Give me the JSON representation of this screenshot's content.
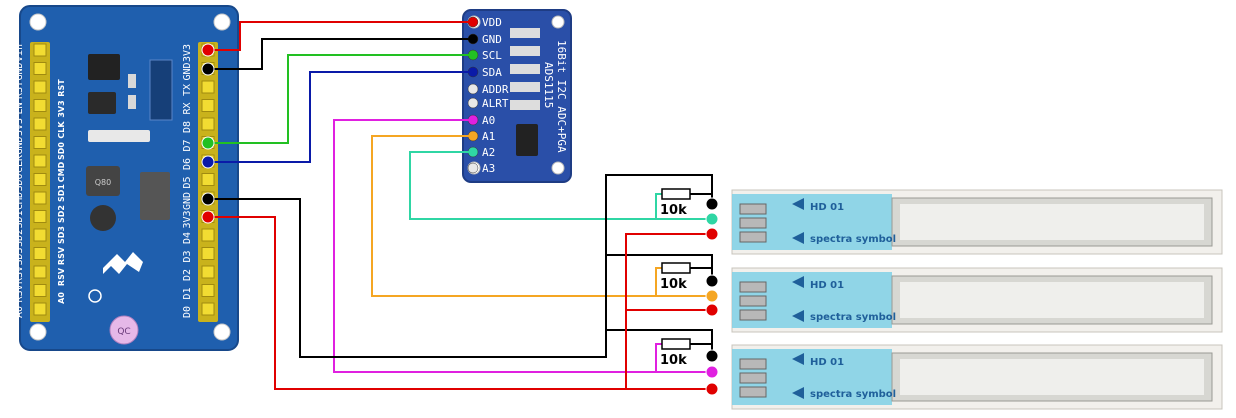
{
  "board": {
    "left_pins": [
      "Vin",
      "GND",
      "RST",
      "EN",
      "3V3",
      "GND",
      "CLK",
      "SD0",
      "CMD",
      "SD1",
      "SD2",
      "SD3",
      "RSV",
      "RSV",
      "A0"
    ],
    "right_pins": [
      "3V3",
      "GND",
      "TX",
      "RX",
      "D8",
      "D7",
      "D6",
      "D5",
      "GND",
      "3V3",
      "D4",
      "D3",
      "D2",
      "D1",
      "D0"
    ],
    "silkscreen": [
      "RST",
      "3V3",
      "CLK",
      "SD0",
      "CMD",
      "SD1",
      "SD2",
      "SD3",
      "RSV",
      "RSV",
      "A0"
    ],
    "chip_mark": "Q80",
    "logo_badge": "QC"
  },
  "adc": {
    "title_line1": "16Bit I2C ADC+PGA",
    "title_line2": "ADS1115",
    "pins": [
      "VDD",
      "GND",
      "SCL",
      "SDA",
      "ADDR",
      "ALRT",
      "A0",
      "A1",
      "A2",
      "A3"
    ]
  },
  "resistors": [
    {
      "label": "10k"
    },
    {
      "label": "10k"
    },
    {
      "label": "10k"
    }
  ],
  "sensors": [
    {
      "brand": "spectra symbol",
      "code": "HD 01"
    },
    {
      "brand": "spectra symbol",
      "code": "HD 01"
    },
    {
      "brand": "spectra symbol",
      "code": "HD 01"
    }
  ],
  "colors": {
    "red": "#e00000",
    "black": "#000000",
    "green": "#22c022",
    "blue": "#0a1aa8",
    "magenta": "#e020e0",
    "orange": "#f5a623",
    "teal": "#2fd6a4",
    "board_blue": "#1f5fae",
    "adc_blue": "#2a4fa8",
    "header_yellow": "#f2dc32"
  }
}
